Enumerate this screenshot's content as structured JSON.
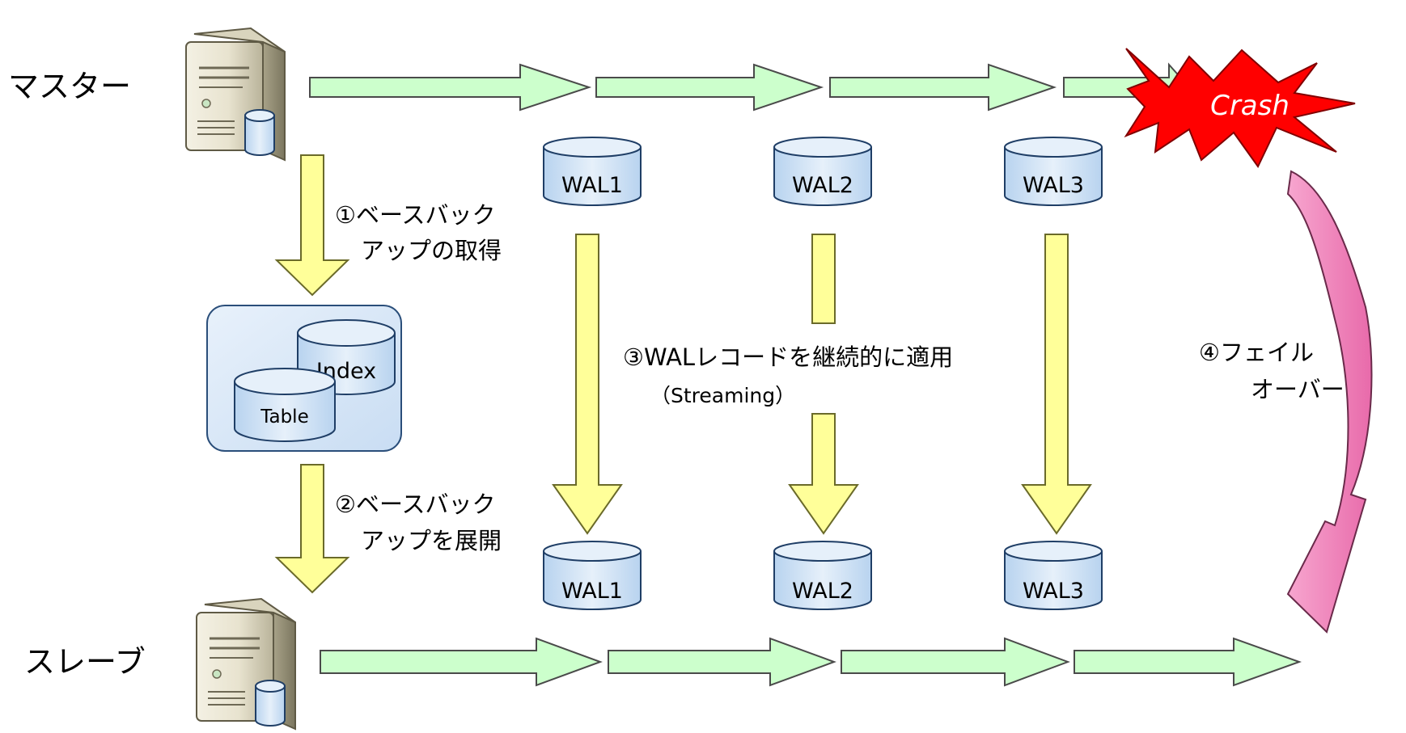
{
  "labels": {
    "master": "マスター",
    "slave": "スレーブ",
    "step1_line1": "①ベースバック",
    "step1_line2": "アップの取得",
    "step2_line1": "②ベースバック",
    "step2_line2": "アップを展開",
    "step3_line1": "③WALレコードを継続的に適用",
    "step3_line2": "（Streaming）",
    "step4_line1": "④フェイル",
    "step4_line2": "オーバー",
    "crash": "Crash",
    "index": "Index",
    "table": "Table"
  },
  "wal_master": [
    "WAL1",
    "WAL2",
    "WAL3"
  ],
  "wal_slave": [
    "WAL1",
    "WAL2",
    "WAL3"
  ],
  "colors": {
    "green_arrow": "#ccffcc",
    "yellow_arrow": "#ffff99",
    "pink_arrow": "#ff99cc",
    "cylinder": "#cce0f5",
    "backup_box": "#d5e6f7",
    "crash_fill": "#ff0000"
  },
  "icons": [
    "server-icon",
    "database-cylinder-icon",
    "crash-burst-icon"
  ]
}
